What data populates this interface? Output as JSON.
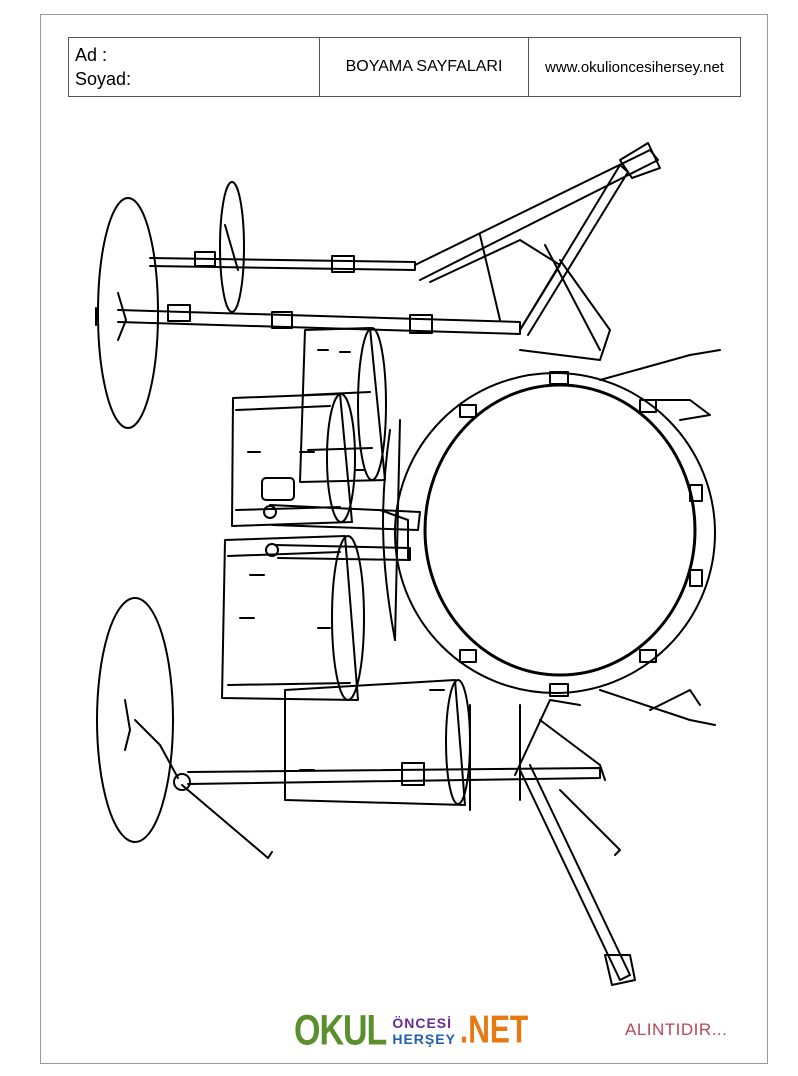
{
  "header": {
    "name_label": "Ad     :",
    "surname_label": "Soyad:",
    "title": "BOYAMA SAYFALARI",
    "website": "www.okulioncesihersey.net"
  },
  "logo": {
    "word1": "OKUL",
    "word2": "ÖNCESİ",
    "word3": "HERŞEY",
    "word4": ".NET"
  },
  "footer": {
    "credit": "ALINTIDIR..."
  },
  "drawing": {
    "subject": "drum-kit-outline",
    "line_color": "#000000"
  }
}
